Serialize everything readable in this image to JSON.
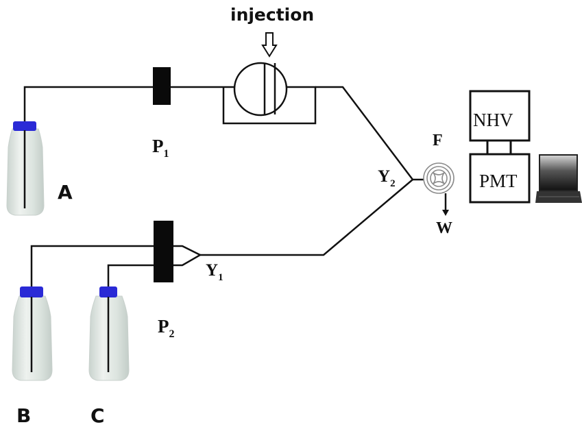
{
  "diagram": {
    "injection_label": "injection",
    "reservoirs": [
      {
        "id": "A",
        "label": "A"
      },
      {
        "id": "B",
        "label": "B"
      },
      {
        "id": "C",
        "label": "C"
      }
    ],
    "pumps": [
      {
        "id": "P1",
        "main": "P",
        "sub": "1"
      },
      {
        "id": "P2",
        "main": "P",
        "sub": "2"
      }
    ],
    "junctions": [
      {
        "id": "Y1",
        "main": "Y",
        "sub": "1"
      },
      {
        "id": "Y2",
        "main": "Y",
        "sub": "2"
      }
    ],
    "flow_cell_label": "F",
    "waste_label": "W",
    "nhv_label": "NHV",
    "pmt_label": "PMT",
    "colors": {
      "line": "#111111",
      "cap": "#2a2ad6",
      "bottle": "#dfe6e2"
    }
  }
}
